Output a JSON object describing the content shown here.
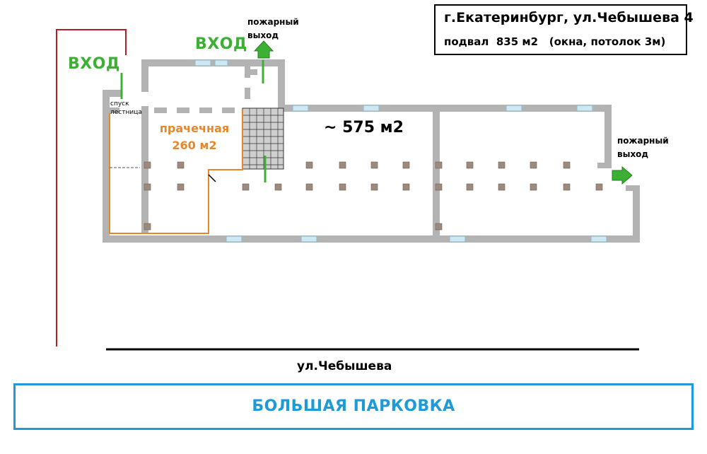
{
  "header": {
    "line1": "г.Екатеринбург, ул.Чебышева 4",
    "line2": "подвал  835 м2   (окна, потолок 3м)"
  },
  "labels": {
    "entry_left": "ВХОД",
    "entry_top": "ВХОД",
    "fire_exit_top": [
      "пожарный",
      "выход"
    ],
    "fire_exit_right": [
      "пожарный",
      "выход"
    ],
    "stairs": [
      "спуск",
      "лестница"
    ],
    "laundry": [
      "прачечная",
      "260 м2"
    ],
    "main_area": "~ 575 м2",
    "street": "ул.Чебышева",
    "parking": "БОЛЬШАЯ  ПАРКОВКА"
  },
  "colors": {
    "wall": "#b3b3b3",
    "column": "#9c8a7c",
    "window": "#cde8f2",
    "entry_arrow": "#3cb034",
    "laundry_outline": "#e8862a",
    "parking_border": "#1e9ad6",
    "site_boundary": "#b22222"
  }
}
